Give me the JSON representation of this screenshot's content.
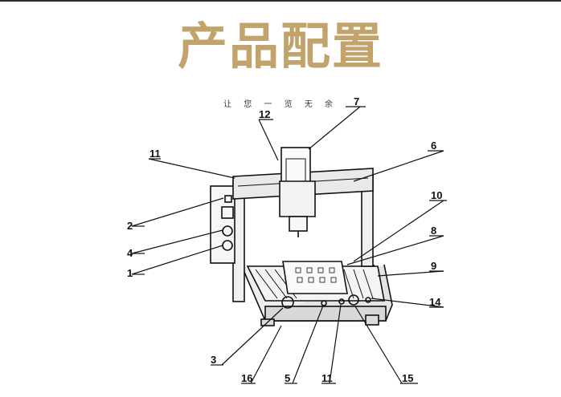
{
  "header": {
    "title": "产品配置",
    "subtitle": "让 您 一 览 无 余",
    "title_color": "#c2a36b"
  },
  "figure": {
    "callouts": [
      "1",
      "2",
      "3",
      "4",
      "5",
      "6",
      "7",
      "8",
      "9",
      "10",
      "11",
      "11",
      "12",
      "14",
      "15",
      "16"
    ]
  }
}
